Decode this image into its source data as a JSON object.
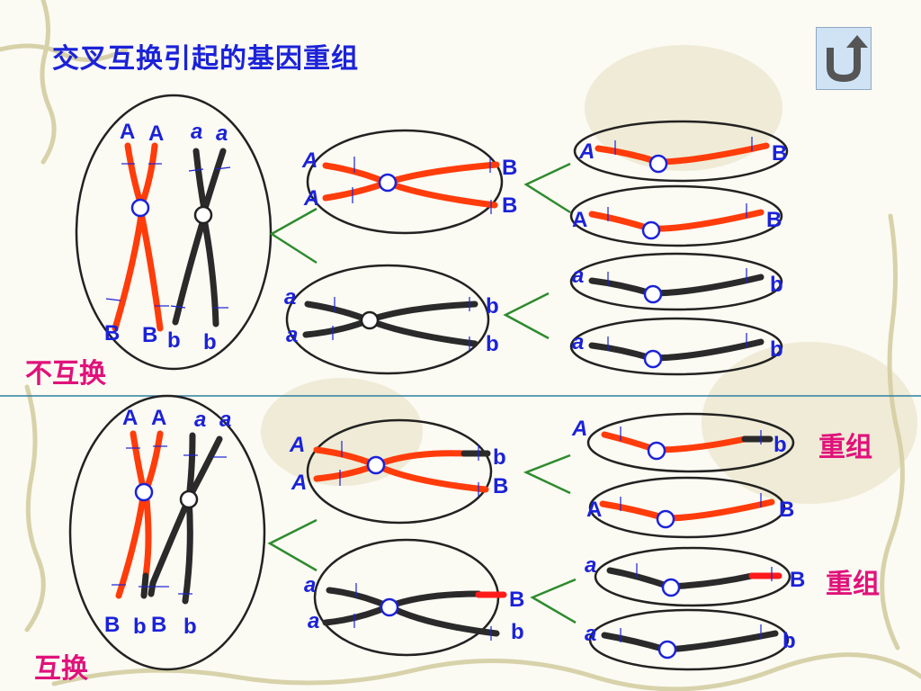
{
  "title": "交叉互换引起的基因重组",
  "labels": {
    "no_crossover": "不互换",
    "crossover": "互换",
    "recombinant": "重组"
  },
  "genes": {
    "A_dominant": "A",
    "a_recessive": "a",
    "B_dominant": "B",
    "b_recessive": "b"
  },
  "colors": {
    "chromosome_red": "#ff3c0a",
    "chromosome_black": "#2a2a2a",
    "gene_text": "#1b22d8",
    "label_magenta": "#e0127a",
    "connector_green": "#2e8b2e",
    "divider": "#2f7fa0"
  },
  "icons": {
    "back_button": "u-turn-back-icon"
  }
}
